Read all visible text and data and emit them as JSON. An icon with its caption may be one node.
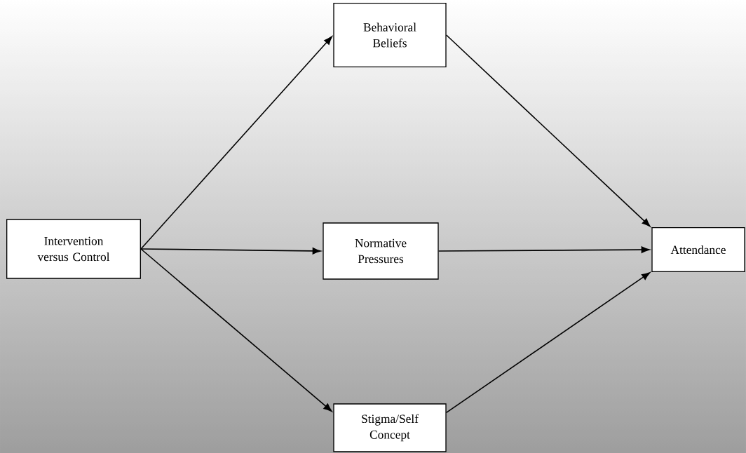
{
  "diagram": {
    "nodes": [
      {
        "text": [
          "Intervention versus Control"
        ]
      },
      {
        "text": [
          "Behavioral Beliefs"
        ]
      },
      {
        "text": [
          "Normative Pressures"
        ]
      },
      {
        "text": [
          "Stigma/Self Concept"
        ]
      },
      {
        "text": [
          "Attendance"
        ]
      }
    ],
    "edges": [
      {
        "from": 0,
        "to": 1,
        "arrow": "to"
      },
      {
        "from": 0,
        "to": 2,
        "arrow": "to"
      },
      {
        "from": 0,
        "to": 3,
        "arrow": "to"
      },
      {
        "from": 1,
        "to": 4,
        "arrow": "to"
      },
      {
        "from": 2,
        "to": 4,
        "arrow": "to"
      },
      {
        "from": 3,
        "to": 4,
        "arrow": "to"
      }
    ]
  }
}
